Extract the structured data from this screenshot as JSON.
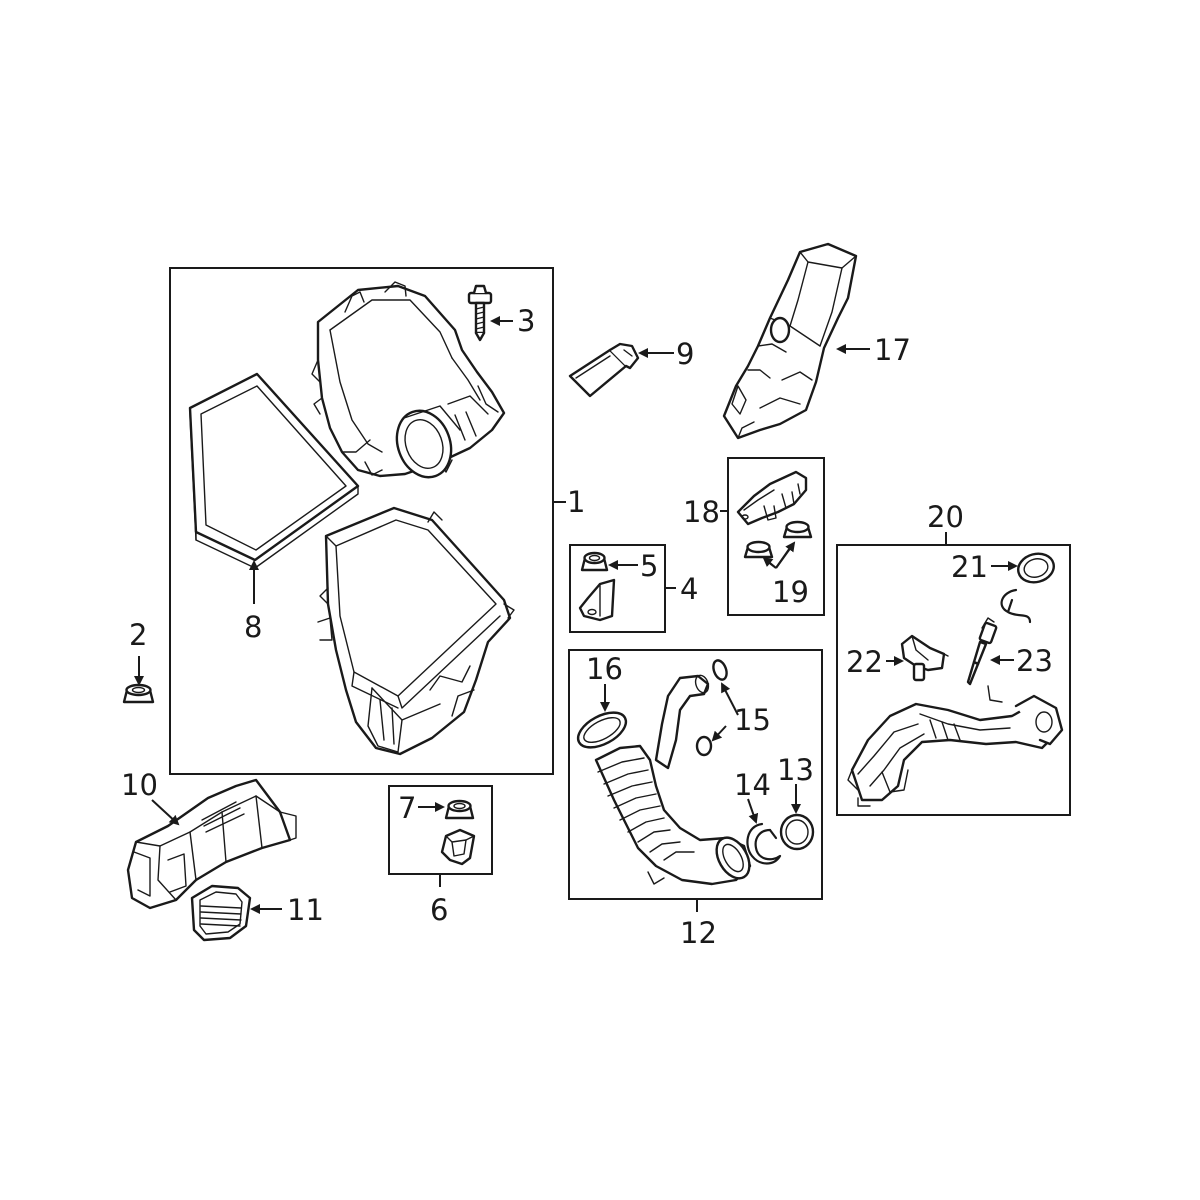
{
  "callouts": {
    "c1": "1",
    "c2": "2",
    "c3": "3",
    "c4": "4",
    "c5": "5",
    "c6": "6",
    "c7": "7",
    "c8": "8",
    "c9": "9",
    "c10": "10",
    "c11": "11",
    "c12": "12",
    "c13": "13",
    "c14": "14",
    "c15": "15",
    "c16": "16",
    "c17": "17",
    "c18": "18",
    "c19": "19",
    "c20": "20",
    "c21": "21",
    "c22": "22",
    "c23": "23"
  },
  "colors": {
    "line": "#1a1a1a",
    "background": "#ffffff"
  },
  "icons": [
    "leader-arrow"
  ]
}
